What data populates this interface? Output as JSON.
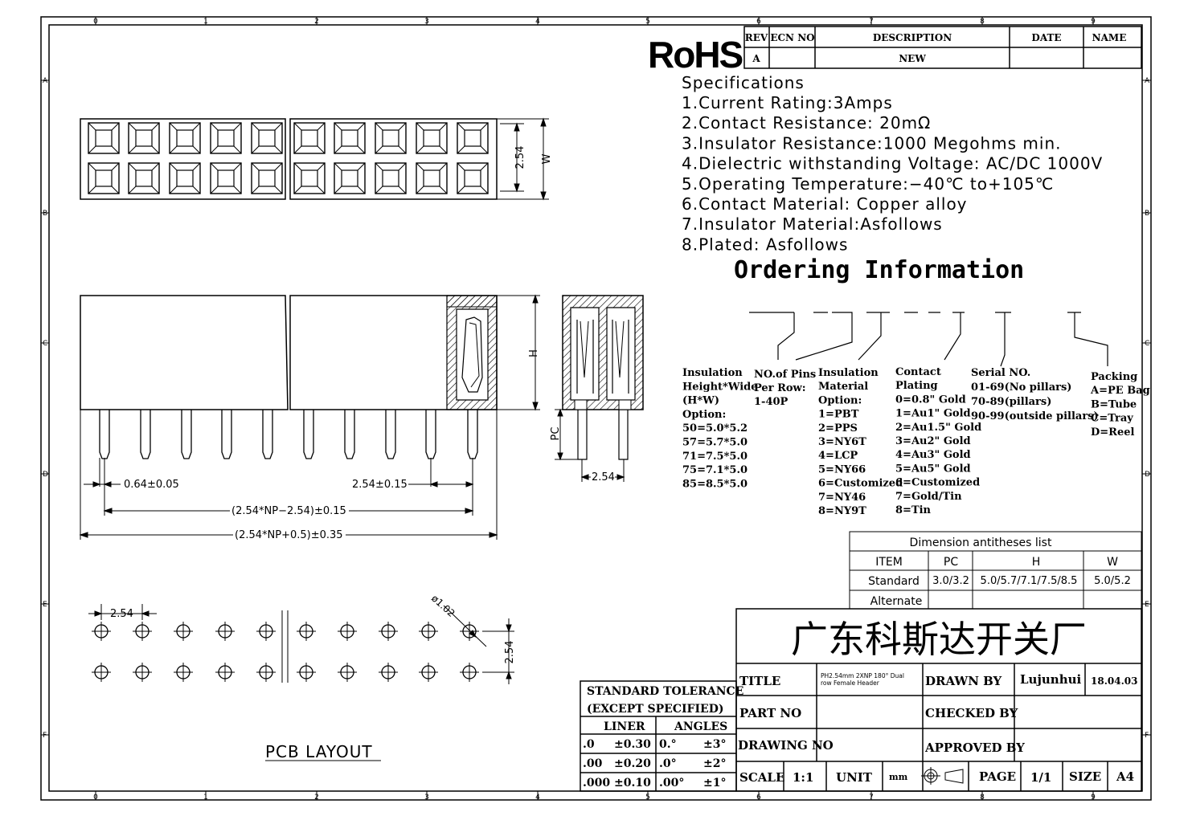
{
  "frame": {
    "top_numbers": [
      "0",
      "1",
      "2",
      "3",
      "4",
      "5",
      "6",
      "7",
      "8",
      "9"
    ],
    "bottom_numbers": [
      "0",
      "1",
      "2",
      "3",
      "4",
      "5",
      "6",
      "7",
      "8",
      "9"
    ],
    "side_letters": [
      "A",
      "B",
      "C",
      "D",
      "E",
      "F"
    ]
  },
  "rohs": "RoHS",
  "revision_table": {
    "headers": [
      "REV",
      "ECN NO",
      "DESCRIPTION",
      "DATE",
      "NAME"
    ],
    "row": [
      "A",
      "",
      "NEW",
      "",
      ""
    ]
  },
  "specifications": {
    "heading": "Specifications",
    "items": [
      "1.Current  Rating:3Amps",
      "2.Contact  Resistance: 20mΩ",
      "3.Insulator  Resistance:1000  Megohms  min.",
      "4.Dielectric  withstanding  Voltage: AC/DC  1000V",
      "5.Operating  Temperature:−40℃  to+105℃",
      "6.Contact  Material: Copper  alloy",
      "7.Insulator  Material:Asfollows",
      "8.Plated: Asfollows"
    ]
  },
  "ordering": {
    "title": "Ordering  Information",
    "columns": [
      {
        "lines": [
          "Insulation",
          "Height*Wide",
          "(H*W)",
          "Option:",
          "50=5.0*5.2",
          "57=5.7*5.0",
          "71=7.5*5.0",
          "75=7.1*5.0",
          "85=8.5*5.0"
        ]
      },
      {
        "lines": [
          "NO.of Pins",
          "Per Row:",
          "1-40P"
        ]
      },
      {
        "lines": [
          "Insulation",
          "Material",
          "Option:",
          "1=PBT",
          "2=PPS",
          "3=NY6T",
          "4=LCP",
          "5=NY66",
          "6=Customized",
          "7=NY46",
          "8=NY9T"
        ]
      },
      {
        "lines": [
          "Contact",
          "Plating",
          "0=0.8\" Gold",
          "1=Au1\" Gold",
          "2=Au1.5\" Gold",
          "3=Au2\" Gold",
          "4=Au3\" Gold",
          "5=Au5\" Gold",
          "6=Customized",
          "7=Gold/Tin",
          "8=Tin"
        ]
      },
      {
        "lines": [
          "Serial NO.",
          "01-69(No pillars)",
          "70-89(pillars)",
          "90-99(outside pillars)"
        ]
      },
      {
        "lines": [
          "Packing",
          "A=PE Bag",
          "B=Tube",
          "C=Tray",
          "D=Reel"
        ]
      }
    ]
  },
  "dimensions": {
    "pitch_top": "2.54",
    "w": "W",
    "h": "H",
    "pc": "PC",
    "pin_width": "0.64±0.05",
    "pitch_tol": "2.54±0.15",
    "len1": "(2.54*NP−2.54)±0.15",
    "len2": "(2.54*NP+0.5)±0.35",
    "side_pitch": "2.54",
    "pcb_pitch_h": "2.54",
    "pcb_pitch_v": "2.54",
    "hole": "ø1.02"
  },
  "pcb_layout_label": "PCB  LAYOUT",
  "dim_list": {
    "title": "Dimension  antitheses  list",
    "headers": [
      "ITEM",
      "PC",
      "H",
      "W"
    ],
    "rows": [
      [
        "Standard",
        "3.0/3.2",
        "5.0/5.7/7.1/7.5/8.5",
        "5.0/5.2"
      ],
      [
        "Alternate",
        "",
        "",
        ""
      ]
    ]
  },
  "tolerance": {
    "title1": "STANDARD  TOLERANCE",
    "title2": "(EXCEPT   SPECIFIED)",
    "liner": "LINER",
    "angles": "ANGLES",
    "rows": [
      [
        ".0",
        "±0.30",
        "0.°",
        "±3°"
      ],
      [
        ".00",
        "±0.20",
        ".0°",
        "±2°"
      ],
      [
        ".000",
        "±0.10",
        ".00°",
        "±1°"
      ]
    ]
  },
  "title_block": {
    "company": "广东科斯达开关厂",
    "title_label": "TITLE",
    "title_value_1": "PH2.54mm   2XNP  180°  Dual",
    "title_value_2": "row  Female  Header",
    "drawn_by_label": "DRAWN BY",
    "drawn_by": "Lujunhui",
    "date": "18.04.03",
    "part_no_label": "PART NO",
    "checked_by_label": "CHECKED BY",
    "drawing_no_label": "DRAWING NO",
    "approved_by_label": "APPROVED BY",
    "scale_label": "SCALE",
    "scale": "1:1",
    "unit_label": "UNIT",
    "unit": "mm",
    "page_label": "PAGE",
    "page": "1/1",
    "size_label": "SIZE",
    "size": "A4"
  }
}
